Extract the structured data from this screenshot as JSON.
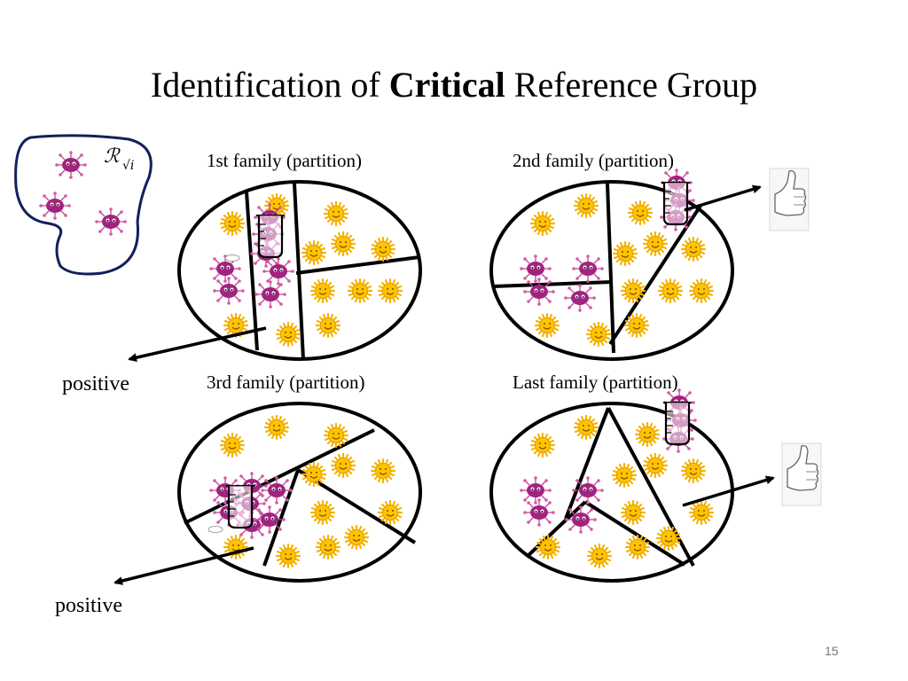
{
  "slide": {
    "title_pre": "Identification of ",
    "title_bold": "Critical",
    "title_post": " Reference Group",
    "page_number": "15"
  },
  "reference_set_label": "ℛ√i",
  "families": [
    {
      "label": "1st family (partition)"
    },
    {
      "label": "2nd family (partition)"
    },
    {
      "label": "3rd family (partition)"
    },
    {
      "label": "Last family (partition)"
    }
  ],
  "results": {
    "positive_1": "positive",
    "positive_2": "positive"
  },
  "colors": {
    "virus": "#a2237f",
    "smiley": "#f6b400",
    "blob_outline": "#12205a",
    "line": "#000000"
  }
}
